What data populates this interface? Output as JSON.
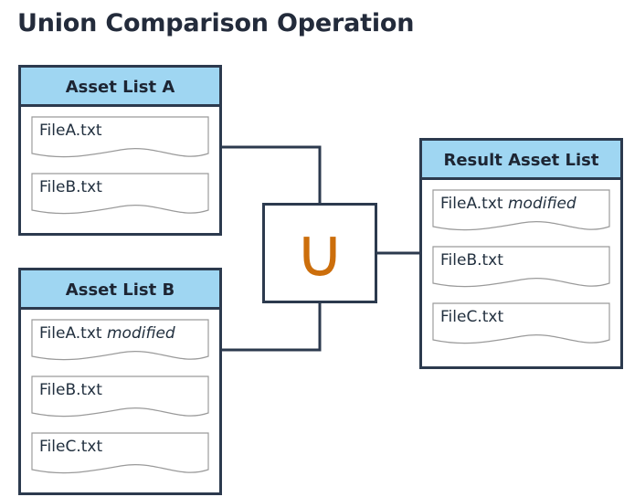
{
  "title": "Union Comparison Operation",
  "colors": {
    "header_blue": "#9fd6f2",
    "border_navy": "#2c3a4e",
    "title_navy": "#232b3b",
    "text_slate": "#22303f",
    "union_orange": "#cc6e0b",
    "doc_outline": "#9a9a9a",
    "background": "#ffffff"
  },
  "operator": {
    "symbol": "∪",
    "name": "union"
  },
  "panels": [
    {
      "id": "asset-list-a",
      "header": "Asset List A",
      "items": [
        {
          "name": "FileA.txt",
          "suffix": ""
        },
        {
          "name": "FileB.txt",
          "suffix": ""
        }
      ]
    },
    {
      "id": "asset-list-b",
      "header": "Asset List B",
      "items": [
        {
          "name": "FileA.txt",
          "suffix": "modified"
        },
        {
          "name": "FileB.txt",
          "suffix": ""
        },
        {
          "name": "FileC.txt",
          "suffix": ""
        }
      ]
    },
    {
      "id": "result-asset-list",
      "header": "Result Asset List",
      "items": [
        {
          "name": "FileA.txt",
          "suffix": "modified"
        },
        {
          "name": "FileB.txt",
          "suffix": ""
        },
        {
          "name": "FileC.txt",
          "suffix": ""
        }
      ]
    }
  ]
}
